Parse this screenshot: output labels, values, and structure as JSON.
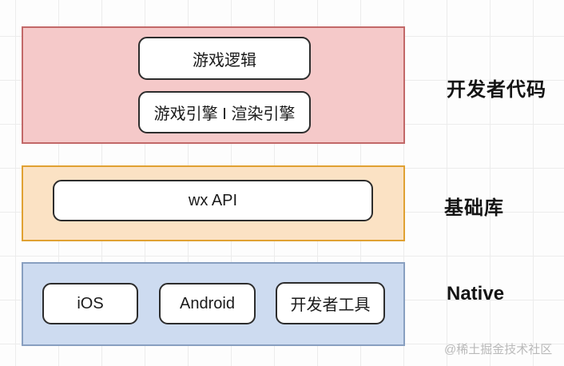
{
  "diagram": {
    "layers": [
      {
        "label": "开发者代码",
        "fill": "#f5c9c9",
        "border": "#c26868",
        "boxes": [
          "游戏逻辑",
          "游戏引擎 I 渲染引擎"
        ]
      },
      {
        "label": "基础库",
        "fill": "#fbe2c4",
        "border": "#e0a132",
        "boxes": [
          "wx API"
        ]
      },
      {
        "label": "Native",
        "fill": "#cddbf0",
        "border": "#889fc0",
        "boxes": [
          "iOS",
          "Android",
          "开发者工具"
        ]
      }
    ],
    "watermark": "@稀土掘金技术社区"
  }
}
